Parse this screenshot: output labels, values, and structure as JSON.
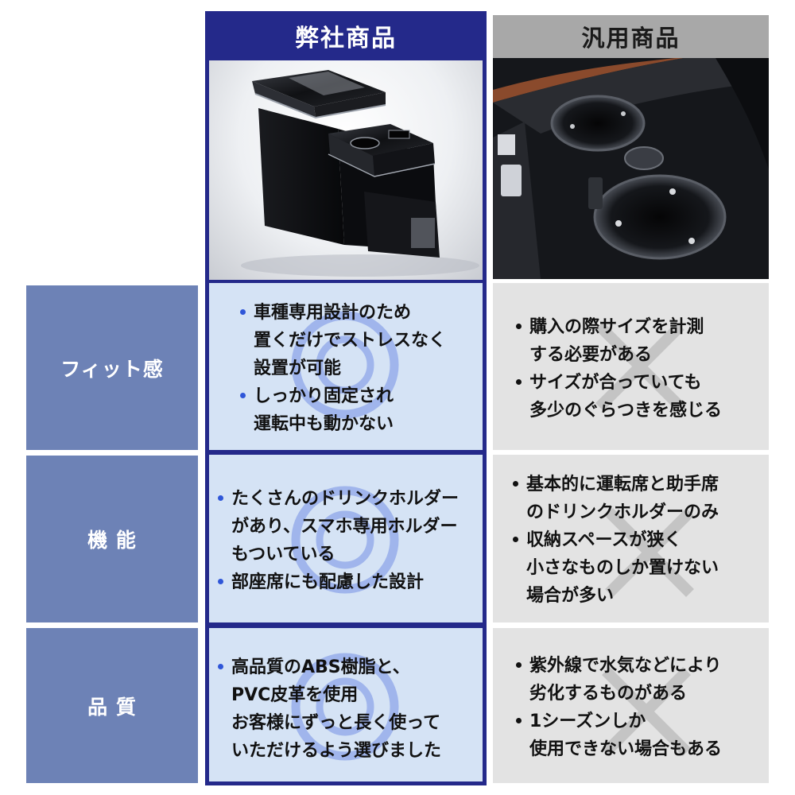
{
  "columns": {
    "ours": {
      "title": "弊社商品"
    },
    "generic": {
      "title": "汎用商品"
    }
  },
  "rows": [
    {
      "label": "フィット感",
      "ours": [
        "車種専用設計のため\n置くだけでストレスなく\n設置が可能",
        "しっかり固定され\n運転中も動かない"
      ],
      "generic": [
        "購入の際サイズを計測\nする必要がある",
        "サイズが合っていても\n多少のぐらつきを感じる"
      ]
    },
    {
      "label": "機 能",
      "ours": [
        "たくさんのドリンクホルダー\nがあり、スマホ専用ホルダー\nもついている",
        "部座席にも配慮した設計"
      ],
      "generic": [
        "基本的に運転席と助手席\nのドリンクホルダーのみ",
        "収納スペースが狭く\n小さなものしか置けない\n場合が多い"
      ]
    },
    {
      "label": "品 質",
      "ours": [
        "高品質のABS樹脂と、\nPVC皮革を使用\nお客様にずっと長く使って\nいただけるよう選びました"
      ],
      "generic": [
        "紫外線で水気などにより\n劣化するものがある",
        "1シーズンしか\n使用できない場合もある"
      ]
    }
  ],
  "colors": {
    "ours_frame": "#24298a",
    "row_label_bg": "#6d82b6",
    "ours_cell_bg": "#d5e3f5",
    "generic_cell_bg": "#e3e3e3",
    "generic_header_bg": "#a8a8a8",
    "double_circle_mark": "#8ea6e8",
    "cross_mark": "#c4c4c4"
  },
  "icons": {
    "ours_mark": "double-circle-icon",
    "generic_mark": "cross-mark-icon"
  }
}
